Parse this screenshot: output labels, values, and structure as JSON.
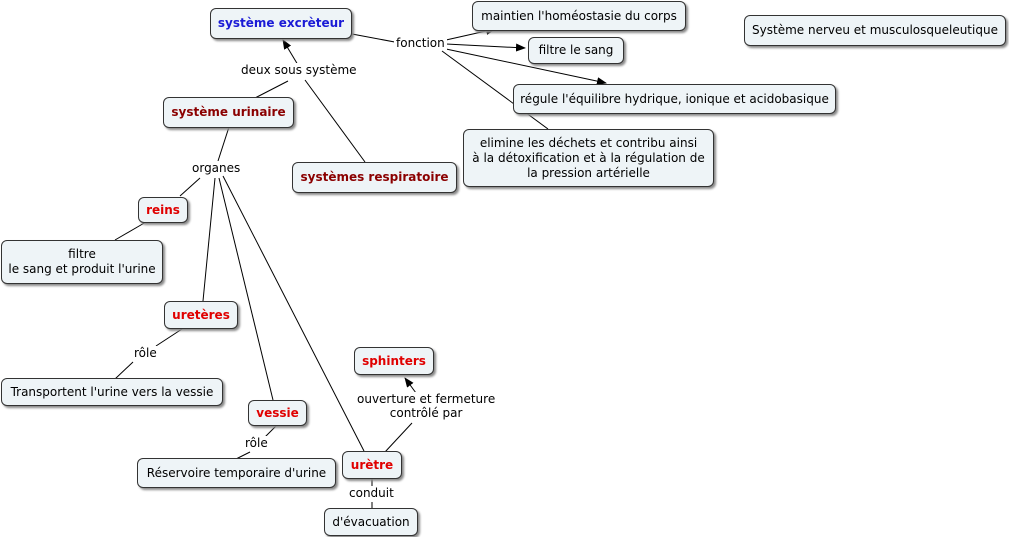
{
  "concepts": {
    "systeme_excreteur": "système excrèteur",
    "systeme_urinaire": "système urinaire",
    "systemes_respiratoire": "systèmes respiratoire",
    "homeostasie": "maintien l'homéostasie du corps",
    "filtre_sang": "filtre le sang",
    "regule": "régule l'équilibre hydrique, ionique et acidobasique",
    "elimine": "elimine les déchets et contribu ainsi\nà la détoxification et à la régulation de\nla pression artérielle",
    "nerveux": "Système nerveu et musculosqueleutique",
    "reins": "reins",
    "reins_role": "filtre\nle sang et produit l'urine",
    "ureteres": "uretères",
    "ureteres_role": "Transportent l'urine vers la vessie",
    "vessie": "vessie",
    "vessie_role": "Réservoire temporaire d'urine",
    "uretre": "urètre",
    "sphinters": "sphinters",
    "evacuation": "d'évacuation"
  },
  "links": {
    "fonction": "fonction",
    "deux_sous_systeme": "deux sous système",
    "organes": "organes",
    "role_ureteres": "rôle",
    "role_vessie": "rôle",
    "ouverture": "ouverture et fermeture\ncontrôlé par",
    "conduit": "conduit"
  }
}
